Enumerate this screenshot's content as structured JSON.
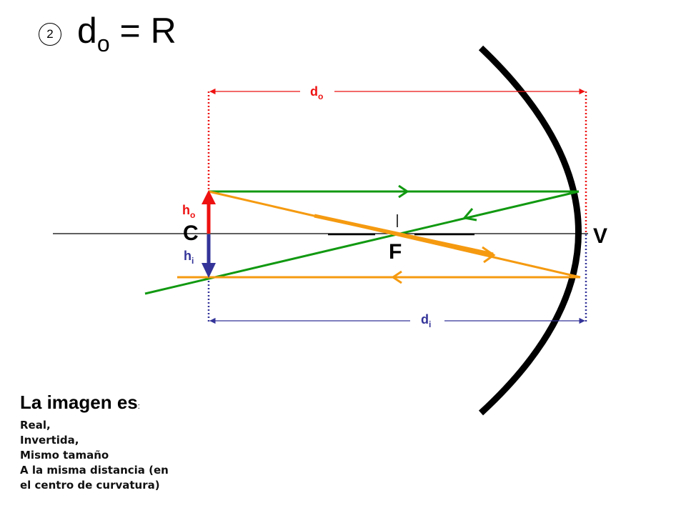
{
  "header": {
    "step_number": "2",
    "title_symbol": "d",
    "title_subscript": "o",
    "title_rest": " = R"
  },
  "labels": {
    "center": "C",
    "focus": "F",
    "vertex": "V",
    "object_distance": {
      "main": "d",
      "sub": "o"
    },
    "image_distance": {
      "main": "d",
      "sub": "i"
    },
    "object_height": {
      "main": "h",
      "sub": "o"
    },
    "image_height": {
      "main": "h",
      "sub": "i"
    }
  },
  "conclusion": {
    "lead": "La imagen es",
    "lead_colon": ":",
    "items": [
      "Real,",
      "Invertida,",
      "Mismo tamaño",
      "A la misma distancia (en",
      "el centro de curvatura)"
    ]
  },
  "colors": {
    "object_arrow": "#ee1111",
    "image_arrow": "#333399",
    "ray_green": "#119911",
    "ray_orange": "#f59a10",
    "mirror": "#000000",
    "axis": "#000000"
  }
}
